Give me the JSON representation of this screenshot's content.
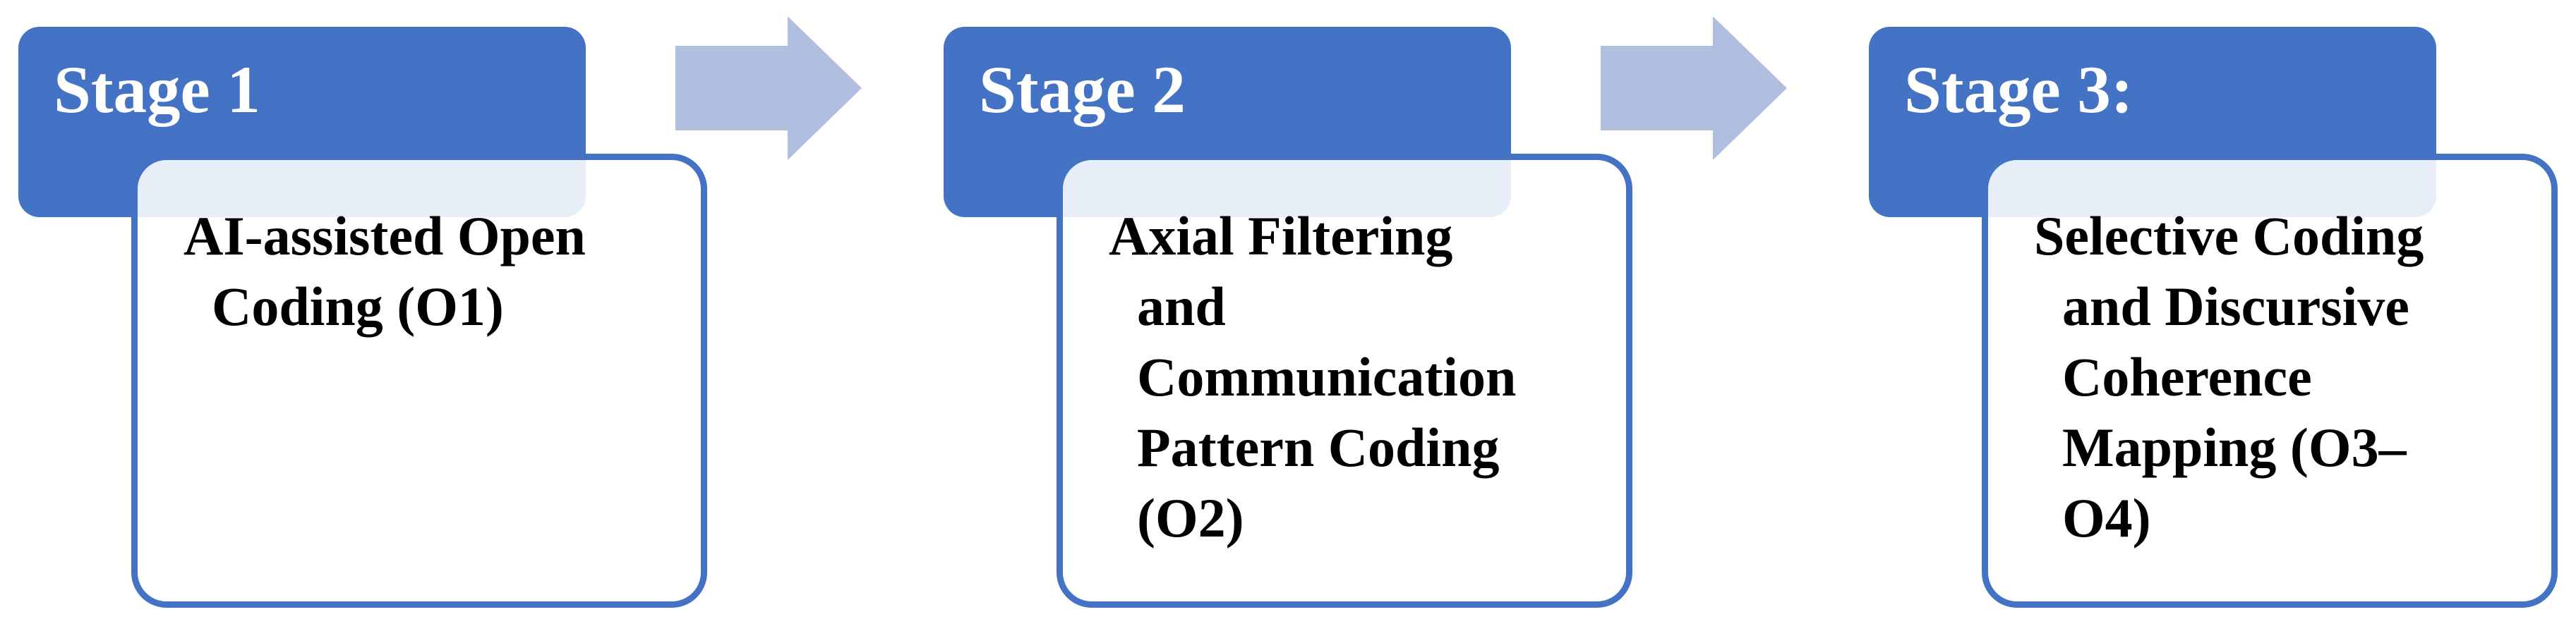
{
  "figure": {
    "type": "process-flow-diagram",
    "background": "#FFFFFF",
    "stages": [
      {
        "title": "Stage 1",
        "body": "AI-assisted Open\nCoding (O1)"
      },
      {
        "title": "Stage 2",
        "body": "Axial Filtering\nand\nCommunication\nPattern Coding\n(O2)"
      },
      {
        "title": "Stage 3:",
        "body": "Selective Coding\nand Discursive\nCoherence\nMapping (O3–\nO4)"
      }
    ],
    "arrows": {
      "count": 2,
      "direction": "right"
    },
    "colors": {
      "stage_header_fill": "#4472C4",
      "card_border": "#4472C4",
      "card_fill_overlay": "rgba(255,255,255,0.88)",
      "header_overlap_band": "#E8EEF8",
      "arrow_fill": "#B0BEE0",
      "title_text": "#FFFFFF",
      "body_text": "#000000"
    }
  }
}
